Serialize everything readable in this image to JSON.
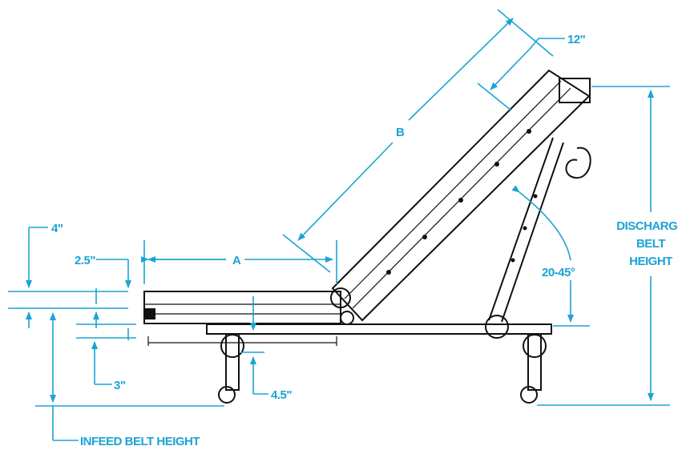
{
  "labels": {
    "dim_a": "A",
    "dim_b": "B",
    "dim_12": "12\"",
    "dim_4": "4\"",
    "dim_2_5": "2.5\"",
    "dim_3": "3\"",
    "dim_4_5": "4.5\"",
    "angle": "20-45°",
    "discharge_line1": "DISCHARGE",
    "discharge_line2": "BELT",
    "discharge_line3": "HEIGHT",
    "infeed": "INFEED BELT HEIGHT"
  },
  "colors": {
    "dimension": "#1ba3d6",
    "machine": "#111111"
  }
}
